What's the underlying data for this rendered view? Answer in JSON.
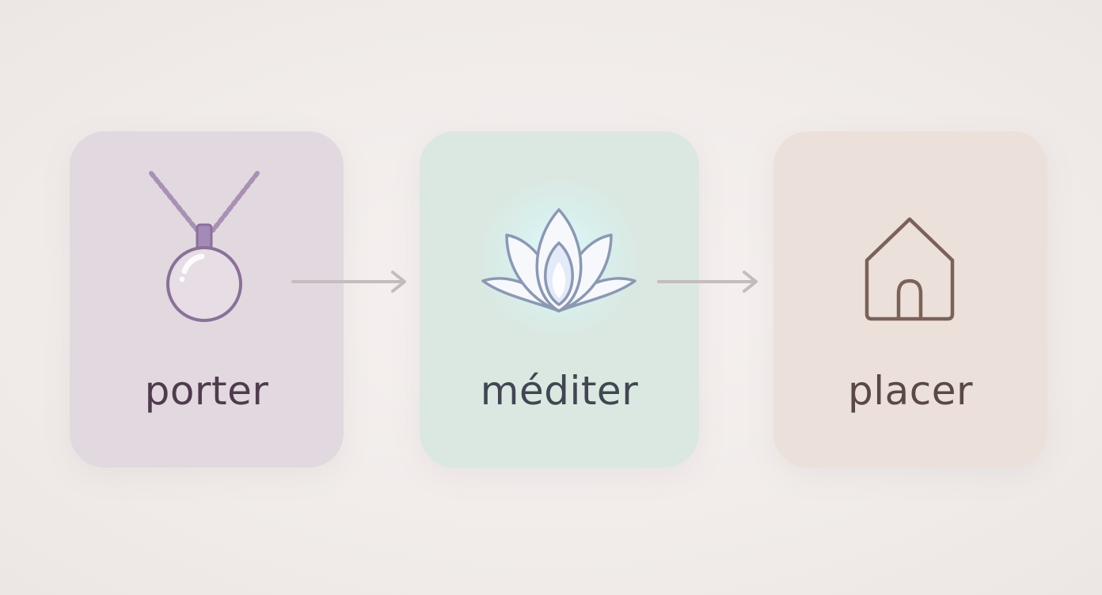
{
  "steps": [
    {
      "label": "porter",
      "icon": "pendant-necklace-icon"
    },
    {
      "label": "méditer",
      "icon": "lotus-flower-icon"
    },
    {
      "label": "placer",
      "icon": "house-icon"
    }
  ],
  "colors": {
    "background": "#f1ecea",
    "card_porter": "#e1d9df",
    "card_mediter": "#dbe8e2",
    "card_placer": "#ece0db",
    "pendant_stroke": "#8a7197",
    "lotus_stroke": "#8b98b4",
    "house_stroke": "#7b6259",
    "arrow": "#c4bcbd"
  }
}
